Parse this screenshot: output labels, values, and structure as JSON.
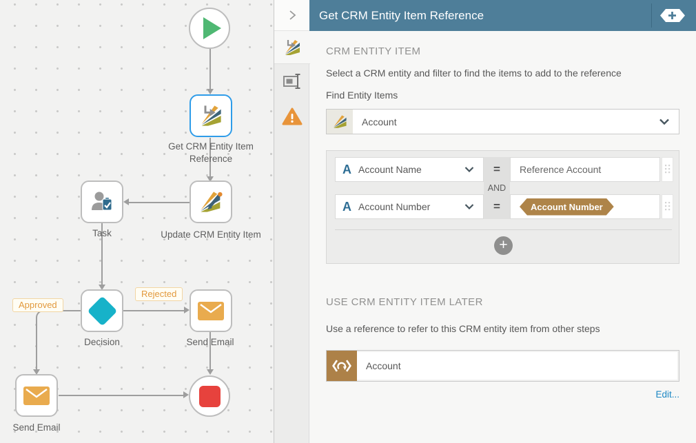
{
  "canvas": {
    "nodes": {
      "start": {
        "name": "start"
      },
      "get_crm": {
        "label": "Get CRM Entity Item Reference"
      },
      "task": {
        "label": "Task"
      },
      "update_crm": {
        "label": "Update CRM Entity Item"
      },
      "decision": {
        "label": "Decision"
      },
      "send_email_rejected": {
        "label": "Send Email"
      },
      "send_email_approved": {
        "label": "Send Email"
      },
      "end": {
        "name": "end"
      }
    },
    "branch_labels": {
      "approved": "Approved",
      "rejected": "Rejected"
    }
  },
  "panel": {
    "title": "Get CRM Entity Item Reference",
    "tabs": [
      {
        "icon": "crm-entity-icon"
      },
      {
        "icon": "text-field-icon"
      },
      {
        "icon": "warning-icon"
      }
    ],
    "header_icons": {
      "add_reference": "tag-plus-icon",
      "collapse": "chevron-right-icon"
    },
    "crm_entity_item": {
      "heading": "CRM ENTITY ITEM",
      "description": "Select a CRM entity and filter to find the items to add to the reference",
      "find_entity_items_label": "Find Entity Items",
      "entity_value": "Account",
      "filter": {
        "conjunction": "AND",
        "add_label": "+",
        "rows": [
          {
            "type_glyph": "A",
            "field": "Account Name",
            "operator": "=",
            "value_type": "text",
            "value": "Reference Account"
          },
          {
            "type_glyph": "A",
            "field": "Account Number",
            "operator": "=",
            "value_type": "tag",
            "value": "Account Number"
          }
        ]
      }
    },
    "use_later": {
      "heading": "USE CRM ENTITY ITEM LATER",
      "description": "Use a reference to refer to this CRM entity item from other steps",
      "reference_value": "Account",
      "edit_label": "Edit..."
    },
    "colors": {
      "header_teal": "#4e7e99",
      "selected_node_border": "#2e9ce9",
      "tag_bronze": "#ae8449",
      "reference_icon_bronze": "#ad8148",
      "warning_orange": "#e8943a",
      "link_blue": "#1b87c4",
      "decision_teal": "#17b2c9",
      "start_green": "#4fb873",
      "end_red": "#e7423d",
      "email_orange": "#e9ab4e"
    }
  }
}
